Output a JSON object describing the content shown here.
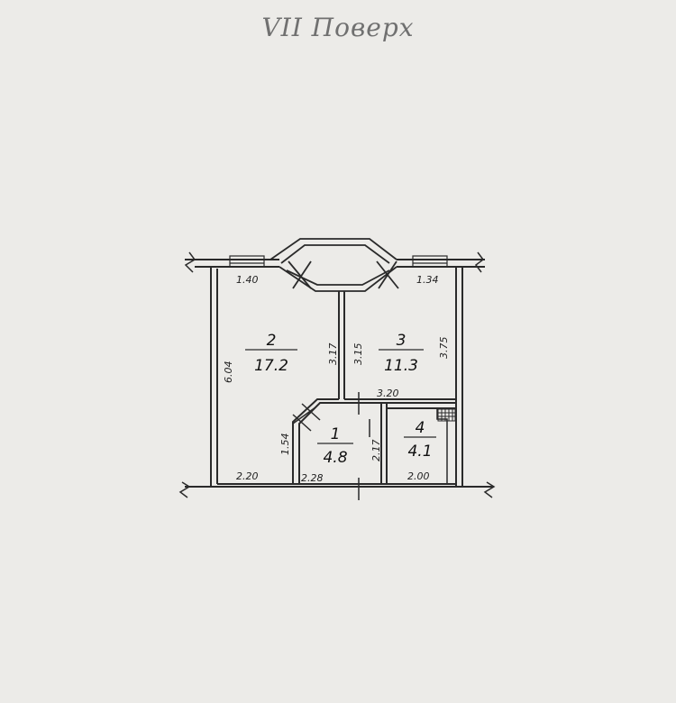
{
  "plan": {
    "floor_title": "VII Поверх",
    "rooms": [
      {
        "number": "1",
        "area": "4.8"
      },
      {
        "number": "2",
        "area": "17.2"
      },
      {
        "number": "3",
        "area": "11.3"
      },
      {
        "number": "4",
        "area": "4.1"
      }
    ],
    "dimensions": {
      "window_left": "1.40",
      "window_right": "1.34",
      "height_left": "6.04",
      "partition_left": "3.17",
      "partition_right": "3.15",
      "height_right": "3.75",
      "corridor_width": "3.20",
      "bath_height": "2.17",
      "hall_height": "1.54",
      "bottom_left": "2.20",
      "bottom_mid": "2.28",
      "bottom_right": "2.00"
    }
  }
}
